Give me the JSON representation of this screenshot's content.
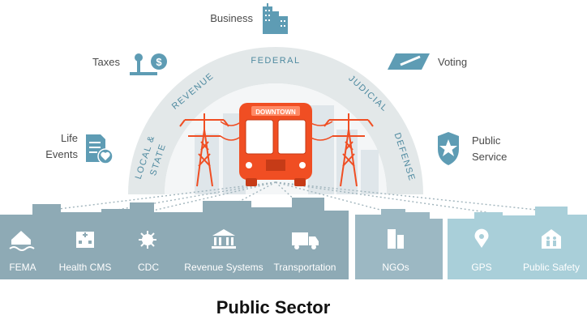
{
  "title": "Public Sector",
  "outer_items": {
    "business": "Business",
    "taxes": "Taxes",
    "voting": "Voting",
    "life_events_1": "Life",
    "life_events_2": "Events",
    "public_service_1": "Public",
    "public_service_2": "Service"
  },
  "arc_labels": {
    "federal": "FEDERAL",
    "revenue": "REVENUE",
    "judicial": "JUDICIAL",
    "local_state_1": "LOCAL &",
    "local_state_2": "STATE",
    "defense": "DEFENSE"
  },
  "bus_sign": "DOWNTOWN",
  "bands": {
    "main": [
      "FEMA",
      "Health CMS",
      "CDC",
      "Revenue Systems",
      "Transportation"
    ],
    "middle": [
      "NGOs"
    ],
    "right": [
      "GPS",
      "Public Safety"
    ]
  },
  "colors": {
    "accent": "#f04e23",
    "arc": "#e3e8e9",
    "band_main": "#8eaab5",
    "band_mid": "#9cb8c3",
    "band_right": "#a9cfd9",
    "icon_blue": "#5e9cb4"
  },
  "icons": {
    "business": "office-building-icon",
    "taxes": "scale-with-dollar-icon",
    "voting": "ballot-card-icon",
    "life_events": "document-with-heart-icon",
    "public_service": "shield-star-icon",
    "fema": "flooded-house-icon",
    "health_cms": "hospital-icon",
    "cdc": "virus-icon",
    "revenue_systems": "government-building-icon",
    "transportation": "truck-icon",
    "ngos": "buildings-icon",
    "gps": "map-pin-icon",
    "public_safety": "family-icon"
  }
}
